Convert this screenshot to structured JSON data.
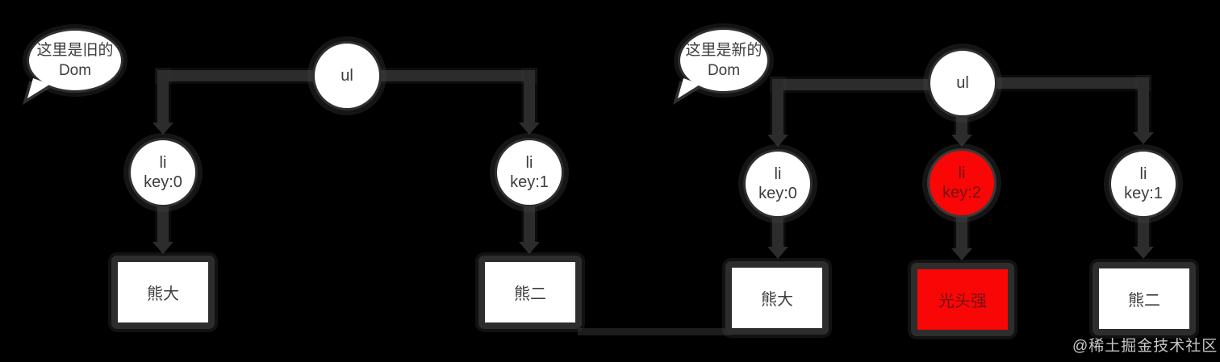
{
  "colors": {
    "background": "#000000",
    "connector": "#2c2c2c",
    "node_fill": "#ffffff",
    "node_border": "#2f2f2f",
    "node_text": "#3d3d3d",
    "highlight_fill": "#f90606",
    "highlight_text": "#741212",
    "watermark_text": "#e0e0e0"
  },
  "old_tree": {
    "bubble": {
      "line1": "这里是旧的",
      "line2": "Dom"
    },
    "root_label": "ul",
    "nodes": [
      {
        "tag": "li",
        "key": "key:0",
        "leaf": "熊大"
      },
      {
        "tag": "li",
        "key": "key:1",
        "leaf": "熊二"
      }
    ]
  },
  "new_tree": {
    "bubble": {
      "line1": "这里是新的",
      "line2": "Dom"
    },
    "root_label": "ul",
    "nodes": [
      {
        "tag": "li",
        "key": "key:0",
        "leaf": "熊大",
        "highlight": false
      },
      {
        "tag": "li",
        "key": "key:2",
        "leaf": "光头强",
        "highlight": true
      },
      {
        "tag": "li",
        "key": "key:1",
        "leaf": "熊二",
        "highlight": false
      }
    ]
  },
  "watermark": {
    "text": "@稀土掘金技术社区"
  }
}
